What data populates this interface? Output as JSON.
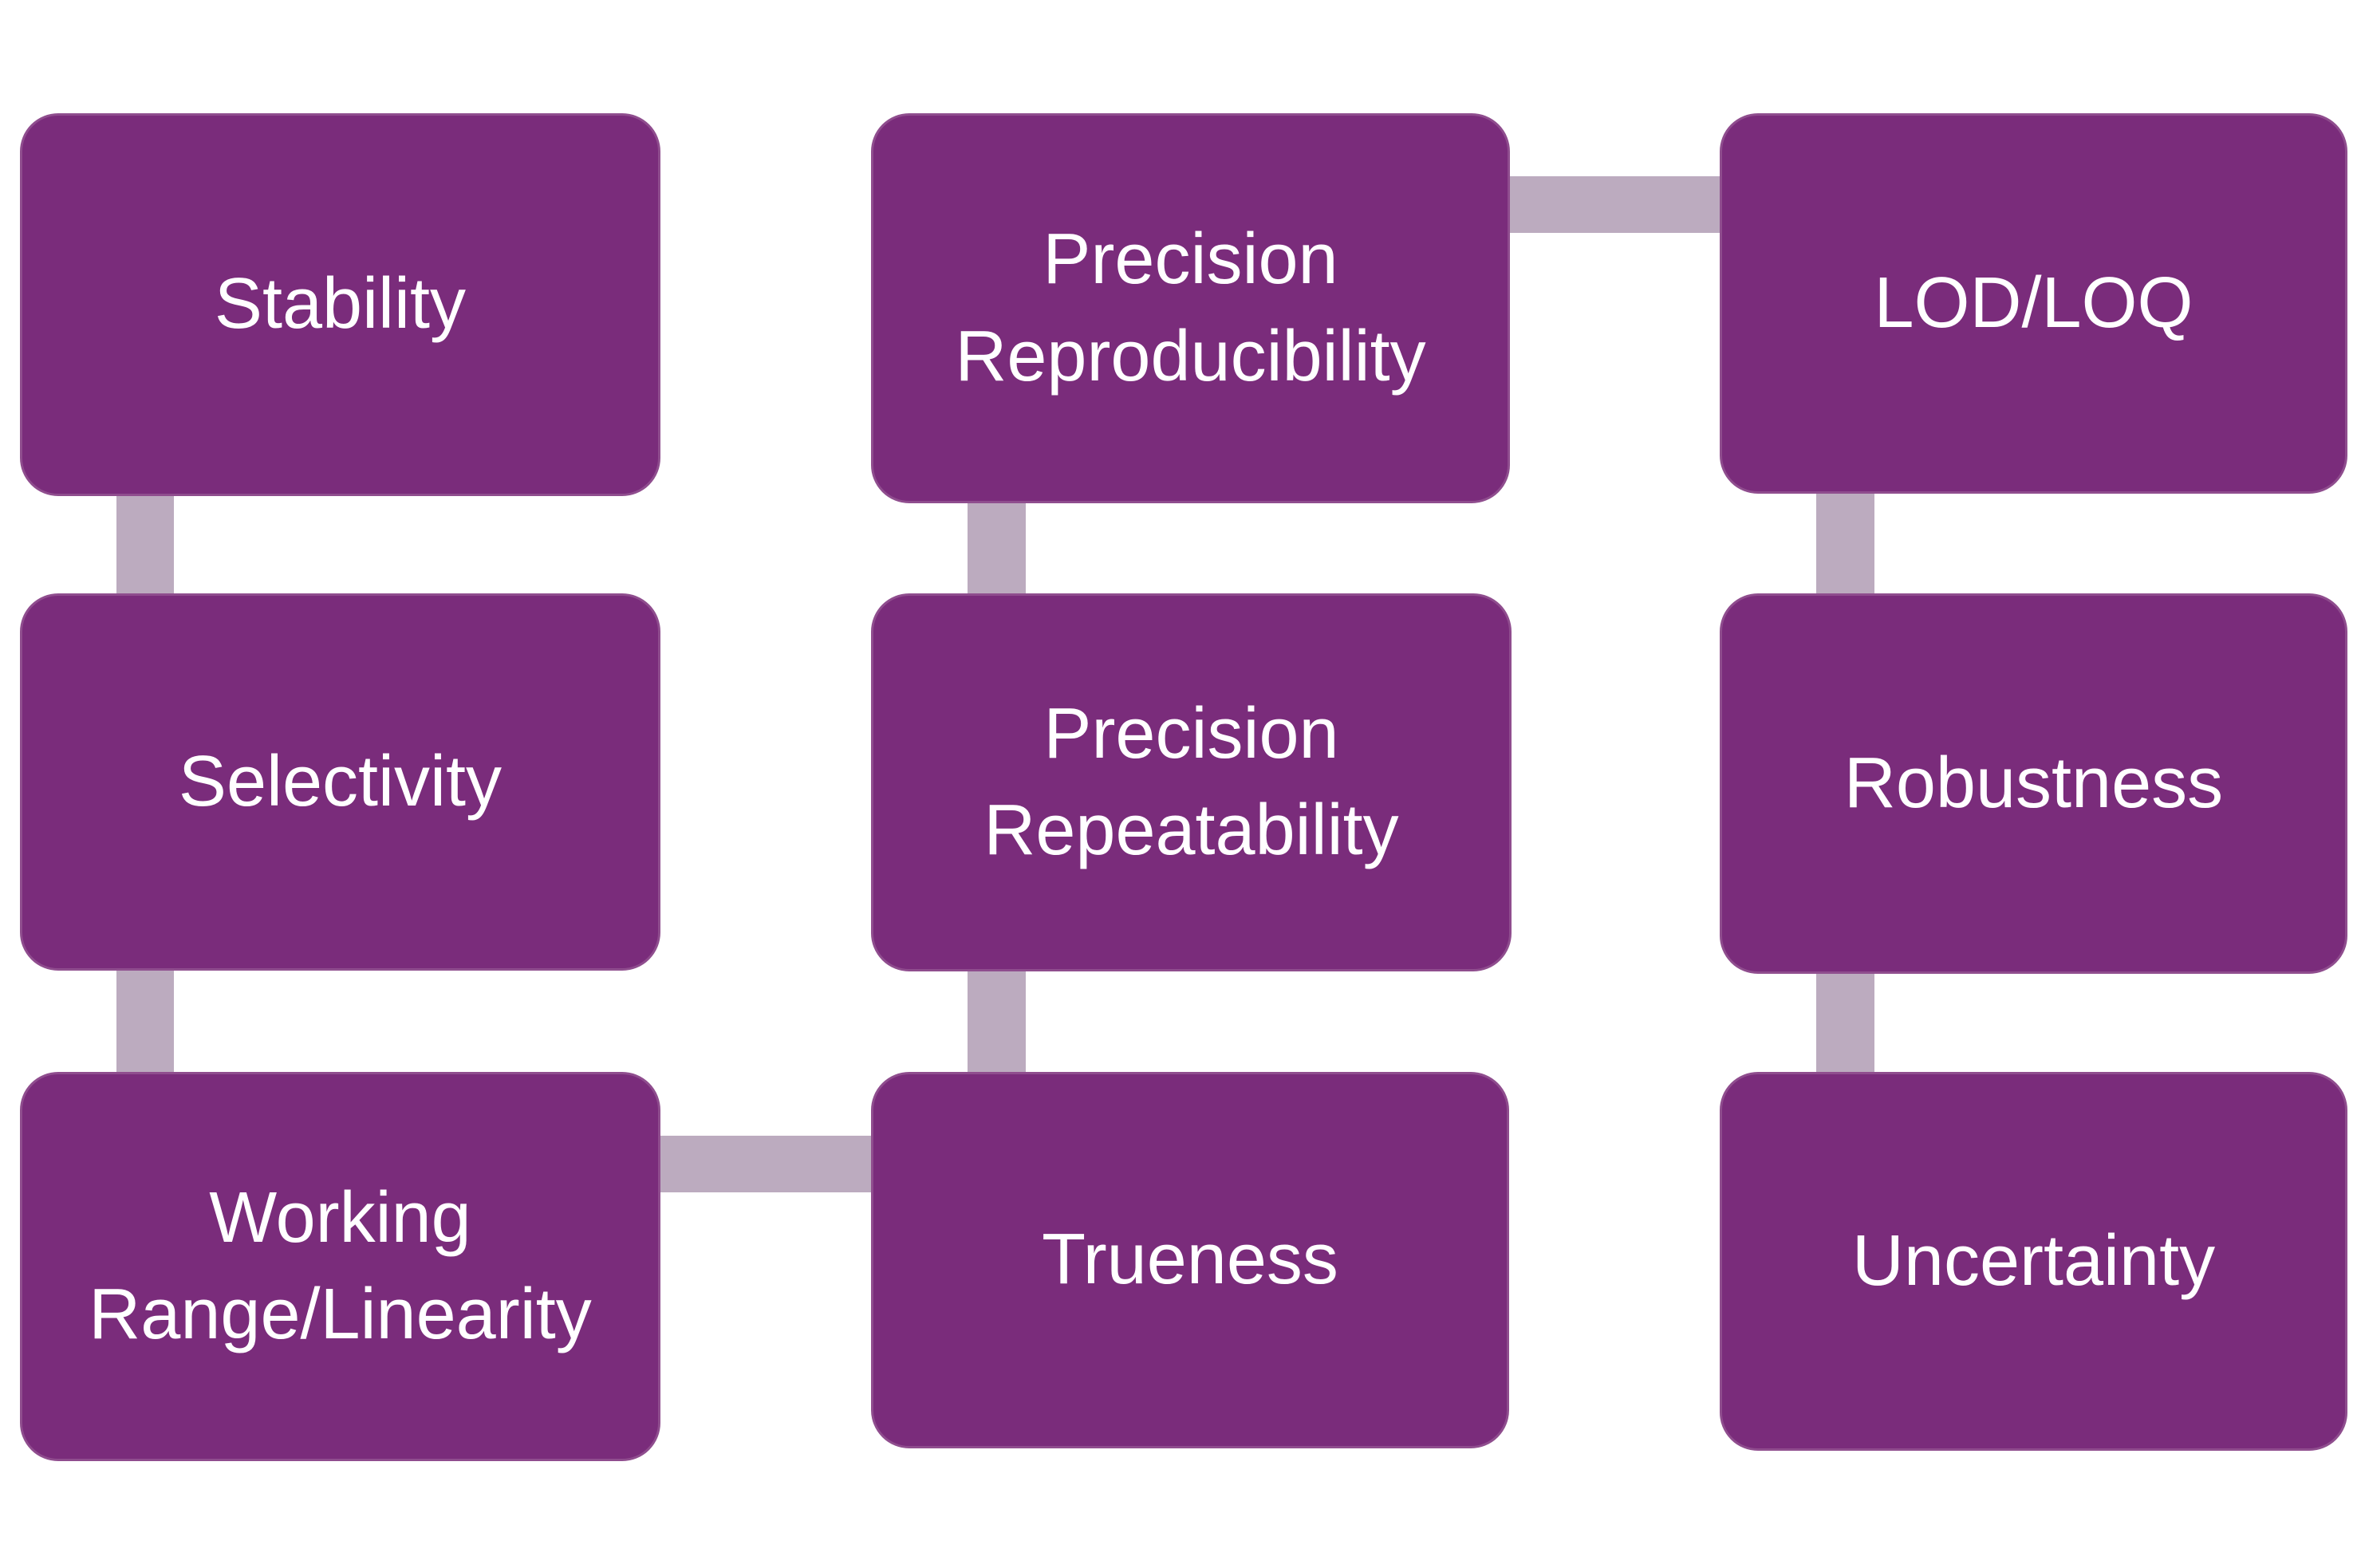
{
  "diagram": {
    "title": "Method validation parameters flow diagram",
    "colors": {
      "node_fill": "#7A2C7B",
      "node_text": "#FFFFFF",
      "connector_fill": "#BCABBF",
      "background": "#FFFFFF"
    },
    "nodes": [
      {
        "id": "stability",
        "label": "Stability"
      },
      {
        "id": "selectivity",
        "label": "Selectivity"
      },
      {
        "id": "working-range-linearity",
        "label": "Working\nRange/Linearity"
      },
      {
        "id": "precision-reproducibility",
        "label": "Precision\nReproducibility"
      },
      {
        "id": "precision-repeatability",
        "label": "Precision\nRepeatability"
      },
      {
        "id": "trueness",
        "label": "Trueness"
      },
      {
        "id": "lod-loq",
        "label": "LOD/LOQ"
      },
      {
        "id": "robustness",
        "label": "Robustness"
      },
      {
        "id": "uncertainty",
        "label": "Uncertainty"
      }
    ],
    "connections": [
      {
        "from": "stability",
        "to": "selectivity",
        "orientation": "vertical"
      },
      {
        "from": "selectivity",
        "to": "working-range-linearity",
        "orientation": "vertical"
      },
      {
        "from": "working-range-linearity",
        "to": "trueness",
        "orientation": "horizontal"
      },
      {
        "from": "trueness",
        "to": "precision-repeatability",
        "orientation": "vertical"
      },
      {
        "from": "precision-repeatability",
        "to": "precision-reproducibility",
        "orientation": "vertical"
      },
      {
        "from": "precision-reproducibility",
        "to": "lod-loq",
        "orientation": "horizontal"
      },
      {
        "from": "lod-loq",
        "to": "robustness",
        "orientation": "vertical"
      },
      {
        "from": "robustness",
        "to": "uncertainty",
        "orientation": "vertical"
      }
    ]
  }
}
